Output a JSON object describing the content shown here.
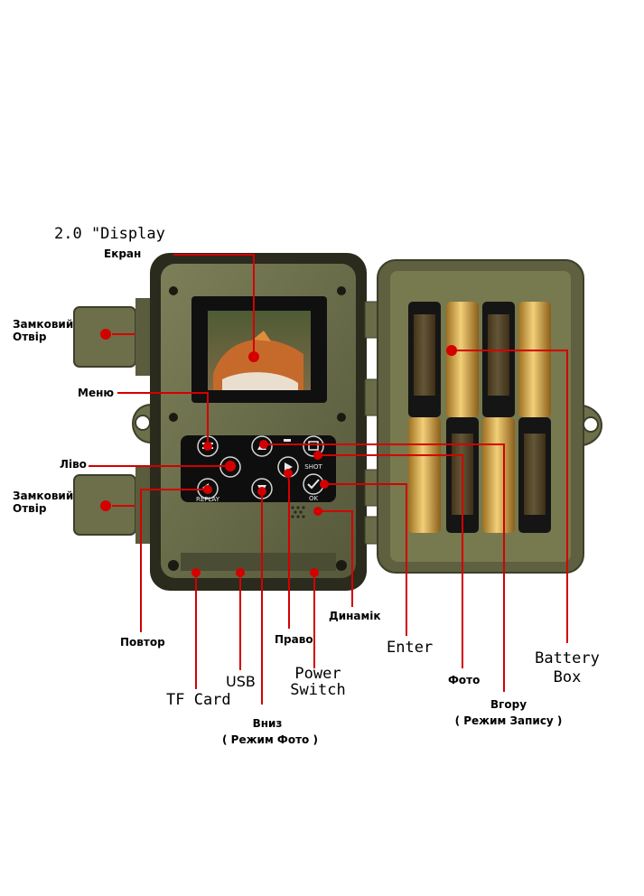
{
  "labels": {
    "display_title": "2.0 \"Display",
    "screen": "Екран",
    "lock_hole_top_1": "Замковий",
    "lock_hole_top_2": "Отвір",
    "menu": "Меню",
    "left": "Ліво",
    "lock_hole_bottom_1": "Замковий",
    "lock_hole_bottom_2": "Отвір",
    "replay": "Повтор",
    "tf_card": "TF Card",
    "usb": "USB",
    "down": "Вниз",
    "down_mode": "( Режим Фото )",
    "right": "Право",
    "power_switch_1": "Power",
    "power_switch_2": "Switch",
    "speaker": "Динамік",
    "enter": "Enter",
    "photo": "Фото",
    "up": "Вгору",
    "up_mode": "( Режим Запису )",
    "battery_box_1": "Battery",
    "battery_box_2": "Box"
  },
  "device_text": {
    "shot": "SHOT",
    "ok": "OK",
    "replay": "REPLAY"
  },
  "colors": {
    "leader": "#d40000",
    "body": "#6b6f4a",
    "body_dark": "#3d3f2a",
    "panel": "#8a8a68",
    "keypad": "#0e0e0e",
    "battery_gold": "#d9a94a",
    "battery_black": "#151515"
  },
  "icons": {
    "menu_button": "menu-icon",
    "left_button": "settings-icon",
    "replay_button": "replay-icon",
    "up_button": "up-arrow-icon",
    "down_button": "down-arrow-icon",
    "right_button": "right-arrow-icon",
    "shot_button": "camera-shot-icon",
    "ok_button": "check-icon"
  }
}
